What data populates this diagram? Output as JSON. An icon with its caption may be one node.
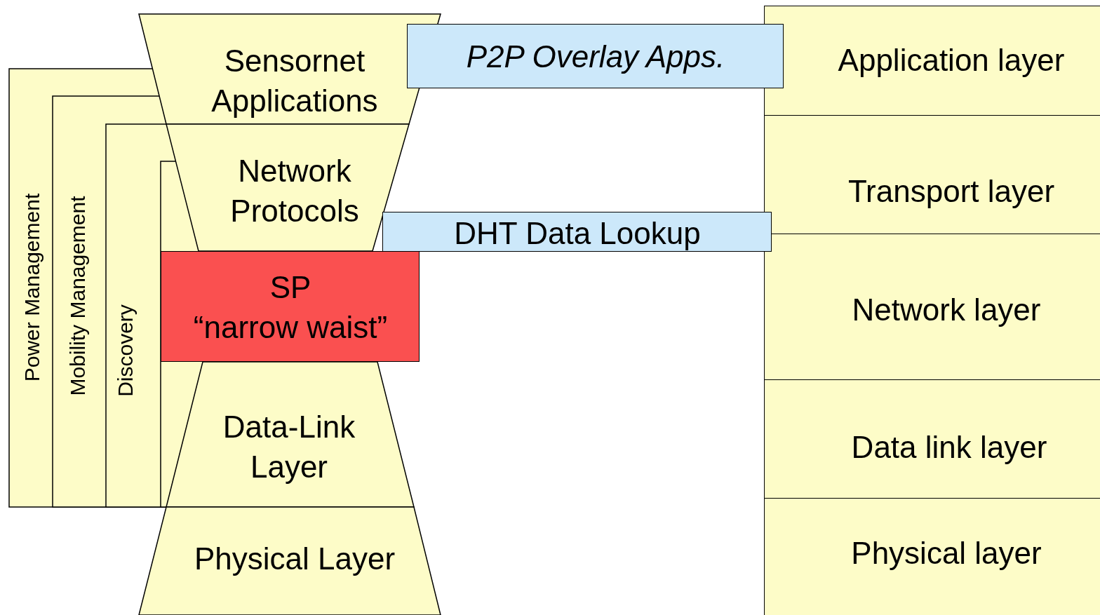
{
  "diagram": {
    "nodes": [
      {
        "text": [
          "Power Management"
        ]
      },
      {
        "text": [
          "Mobility Management"
        ],
        "in": 0
      },
      {
        "text": [
          "Discovery"
        ],
        "in": 1
      },
      {
        "text": [],
        "shape": "box",
        "in": 2
      },
      {
        "text": [
          "Sensornet Applications"
        ]
      },
      {
        "text": [
          "Network Protocols"
        ]
      },
      {
        "text": [
          "SP",
          "“narrow waist”"
        ]
      },
      {
        "text": [
          "Data-Link Layer"
        ]
      },
      {
        "text": [
          "Physical Layer"
        ]
      },
      {
        "text": [
          "P2P Overlay Apps."
        ]
      },
      {
        "text": [
          "DHT Data Lookup"
        ]
      },
      {
        "text": [
          "Application layer"
        ]
      },
      {
        "text": [
          "Transport layer"
        ]
      },
      {
        "text": [
          "Network layer"
        ]
      },
      {
        "text": [
          "Data link layer"
        ]
      },
      {
        "text": [
          "Physical layer"
        ]
      }
    ]
  }
}
